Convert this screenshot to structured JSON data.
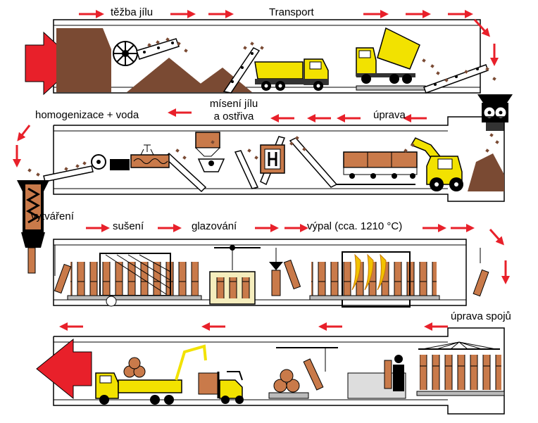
{
  "labels": {
    "tezba": "těžba jílu",
    "transport": "Transport",
    "mixing_line1": "mísení jílu",
    "mixing_line2": "a ostřiva",
    "homogenizace": "homogenizace + voda",
    "uprava": "úprava",
    "vytvareni": "vytváření",
    "suseni": "sušení",
    "glazovani": "glazování",
    "vypal": "výpal (cca. 1210 °C)",
    "uprava_spoju": "úprava spojů"
  },
  "colors": {
    "arrow": "#e8202a",
    "clay": "#7a4a33",
    "truck": "#f2e200",
    "ceramic": "#c97a4a",
    "frame": "#000000"
  },
  "icons": [
    "excavator-wheel-icon",
    "dump-truck-icon",
    "crusher-icon",
    "loader-icon",
    "extruder-icon",
    "kiln-icon",
    "forklift-icon",
    "flatbed-truck-icon",
    "worker-icon"
  ]
}
